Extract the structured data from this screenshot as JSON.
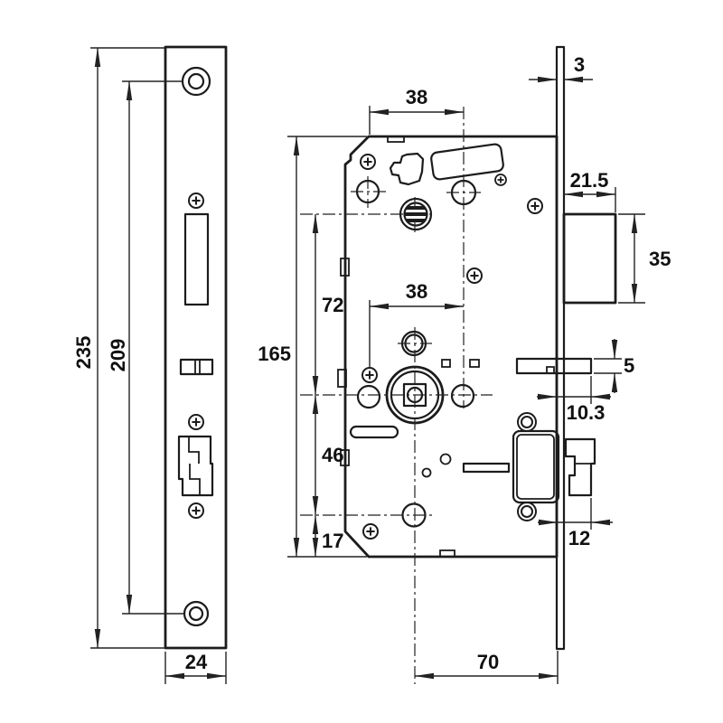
{
  "colors": {
    "line": "#1c1c1c",
    "background": "#ffffff",
    "text": "#111111"
  },
  "dimensions": {
    "faceplate": {
      "height": "235",
      "screw_spacing": "209",
      "width": "24",
      "thickness": "3"
    },
    "body": {
      "height": "165",
      "hub_to_spindle": "72",
      "spindle_to_bottom_hole": "46",
      "bottom_margin": "17",
      "backset_top": "38",
      "backset_mid": "38",
      "backset_total": "70"
    },
    "latch": {
      "projection": "21.5",
      "height": "35"
    },
    "aux_bolt": {
      "thickness": "5",
      "projection": "10.3"
    },
    "deadbolt": {
      "projection": "12"
    }
  }
}
